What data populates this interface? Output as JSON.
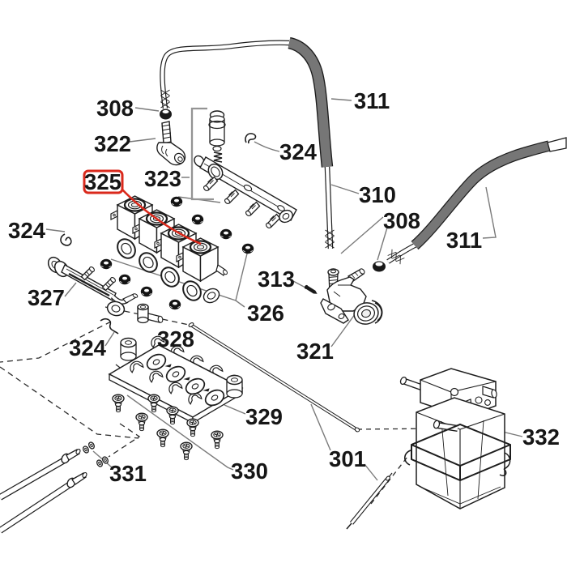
{
  "diagram": {
    "kind": "exploded-parts-diagram",
    "background": "#ffffff",
    "line_color": "#1d1d1d",
    "leader_color": "#7a7a7a",
    "bracket_color": "#949494",
    "hose_color": "#767676",
    "highlight_color": "#da291c",
    "part_numbers": [
      "301",
      "308",
      "310",
      "311",
      "313",
      "321",
      "322",
      "323",
      "324",
      "325",
      "326",
      "327",
      "328",
      "329",
      "330",
      "331",
      "332"
    ],
    "highlighted_part": "325"
  },
  "callouts": [
    {
      "id": "308-top",
      "text": "308"
    },
    {
      "id": "322",
      "text": "322"
    },
    {
      "id": "325",
      "text": "325",
      "highlighted": true
    },
    {
      "id": "323",
      "text": "323"
    },
    {
      "id": "324-top",
      "text": "324"
    },
    {
      "id": "311-left",
      "text": "311"
    },
    {
      "id": "310",
      "text": "310"
    },
    {
      "id": "308-right",
      "text": "308"
    },
    {
      "id": "311-right",
      "text": "311"
    },
    {
      "id": "324-left",
      "text": "324"
    },
    {
      "id": "327",
      "text": "327"
    },
    {
      "id": "313",
      "text": "313"
    },
    {
      "id": "326",
      "text": "326"
    },
    {
      "id": "321",
      "text": "321"
    },
    {
      "id": "324-mid",
      "text": "324"
    },
    {
      "id": "328",
      "text": "328"
    },
    {
      "id": "329",
      "text": "329"
    },
    {
      "id": "330",
      "text": "330"
    },
    {
      "id": "331",
      "text": "331"
    },
    {
      "id": "301",
      "text": "301"
    },
    {
      "id": "332",
      "text": "332"
    }
  ]
}
